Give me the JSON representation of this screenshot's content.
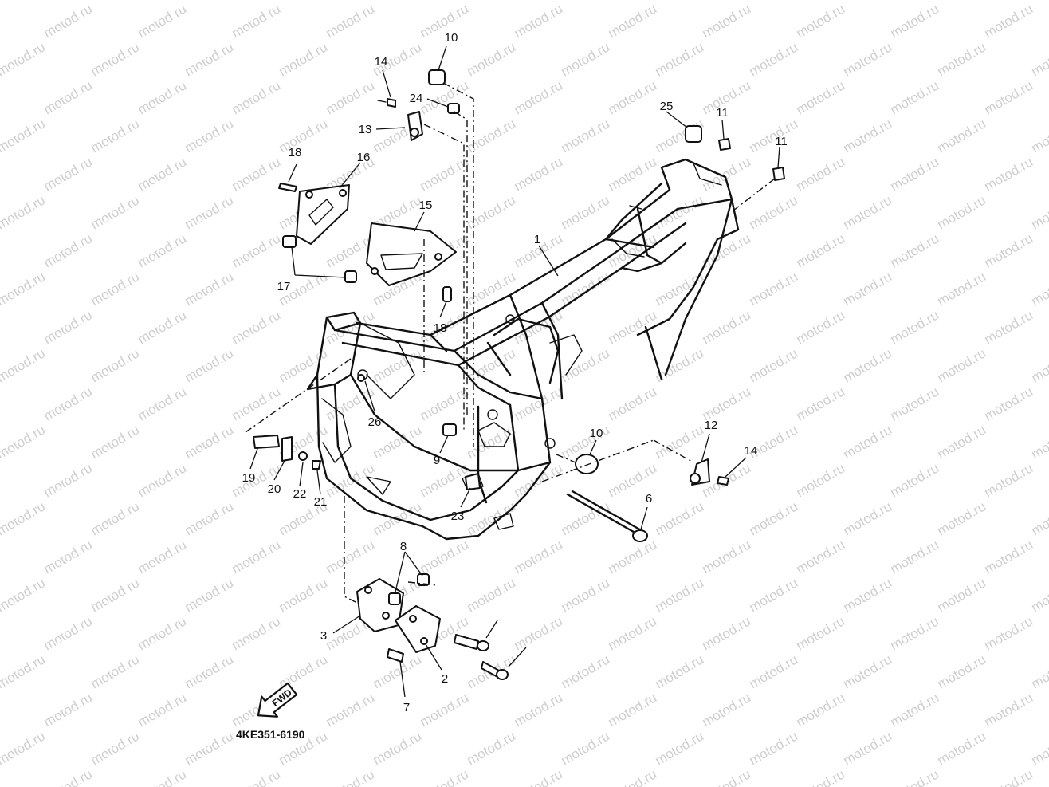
{
  "watermark": {
    "text": "motod.ru"
  },
  "drawing_code": "4KE351-6190",
  "fwd_label": "FWD",
  "callouts": {
    "c1": "1",
    "c2": "2",
    "c3": "3",
    "c6": "6",
    "c7": "7",
    "c8": "8",
    "c9": "9",
    "c10a": "10",
    "c10b": "10",
    "c11a": "11",
    "c11b": "11",
    "c12": "12",
    "c13": "13",
    "c14a": "14",
    "c14b": "14",
    "c15": "15",
    "c16": "16",
    "c17": "17",
    "c18a": "18",
    "c18b": "18",
    "c19": "19",
    "c20": "20",
    "c21": "21",
    "c22": "22",
    "c23": "23",
    "c24": "24",
    "c25": "25",
    "c26": "26"
  }
}
